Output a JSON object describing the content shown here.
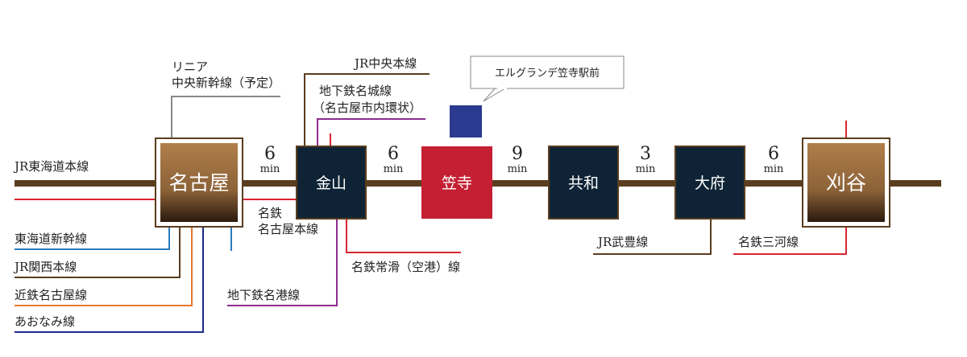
{
  "colors": {
    "main_line": "#5a3d1e",
    "red": "#d9252e",
    "blue": "#2b7bbf",
    "brown": "#5a3d1e",
    "orange": "#e8782a",
    "navy": "#1e2a8a",
    "purple": "#8e2c8e",
    "gray": "#888888",
    "station_dark": "#0e2436",
    "station_red": "#c41f33",
    "marker": "#2a3a8f"
  },
  "stations": [
    {
      "id": "nagoya",
      "name": "名古屋"
    },
    {
      "id": "kanayama",
      "name": "金山"
    },
    {
      "id": "kasadera",
      "name": "笠寺"
    },
    {
      "id": "kyowa",
      "name": "共和"
    },
    {
      "id": "obu",
      "name": "大府"
    },
    {
      "id": "kariya",
      "name": "刈谷"
    }
  ],
  "travel_times": [
    {
      "value": "6",
      "unit": "min"
    },
    {
      "value": "6",
      "unit": "min"
    },
    {
      "value": "9",
      "unit": "min"
    },
    {
      "value": "3",
      "unit": "min"
    },
    {
      "value": "6",
      "unit": "min"
    }
  ],
  "callout": {
    "text": "エルグランデ笠寺駅前"
  },
  "lines": {
    "jr_tokaido": "JR東海道本線",
    "linear_1": "リニア",
    "linear_2": "中央新幹線（予定）",
    "tokaido_shinkansen": "東海道新幹線",
    "jr_kansai": "JR関西本線",
    "kintetsu_nagoya": "近鉄名古屋線",
    "aonami": "あおなみ線",
    "jr_chuo": "JR中央本線",
    "subway_meijo_1": "地下鉄名城線",
    "subway_meijo_2": "（名古屋市内環状）",
    "meitetsu_nagoya_1": "名鉄",
    "meitetsu_nagoya_2": "名古屋本線",
    "meitetsu_tokoname": "名鉄常滑（空港）線",
    "subway_meiko": "地下鉄名港線",
    "jr_taketoyo": "JR武豊線",
    "meitetsu_mikawa": "名鉄三河線"
  }
}
